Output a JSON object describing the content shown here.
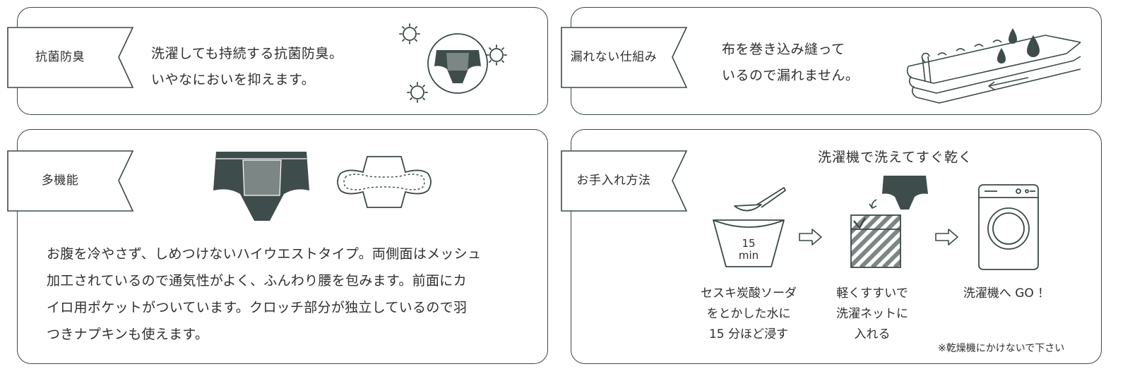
{
  "colors": {
    "ink": "#3a4a48",
    "text": "#2f2f2f",
    "dark_fabric": "#3e4d4b",
    "mid_fabric": "#7c8684"
  },
  "antibacterial": {
    "tag": "抗菌防臭",
    "lines": [
      "洗濯しても持続する抗菌防臭。",
      "いやなにおいを抑えます。"
    ]
  },
  "leakproof": {
    "tag": "漏れない仕組み",
    "lines": [
      "布を巻き込み縫って",
      "いるので漏れません。"
    ]
  },
  "multifunction": {
    "tag": "多機能",
    "lines": [
      "お腹を冷やさず、しめつけないハイウエストタイプ。両側面はメッシュ",
      "加工されているので通気性がよく、ふんわり腰を包みます。前面にカ",
      "イロ用ポケットがついています。クロッチ部分が独立しているので羽",
      "つきナプキンも使えます。"
    ]
  },
  "care": {
    "tag": "お手入れ方法",
    "headline": "洗濯機で洗えてすぐ乾く",
    "timer_number": "15",
    "timer_unit": "min",
    "steps": [
      {
        "lines": [
          "セスキ炭酸ソーダ",
          "をとかした水に",
          "15 分ほど浸す"
        ]
      },
      {
        "lines": [
          "軽くすすいで",
          "洗濯ネットに",
          "入れる"
        ]
      },
      {
        "lines": [
          "洗濯機へ GO ！"
        ]
      }
    ],
    "note": "※乾燥機にかけないで下さい"
  }
}
